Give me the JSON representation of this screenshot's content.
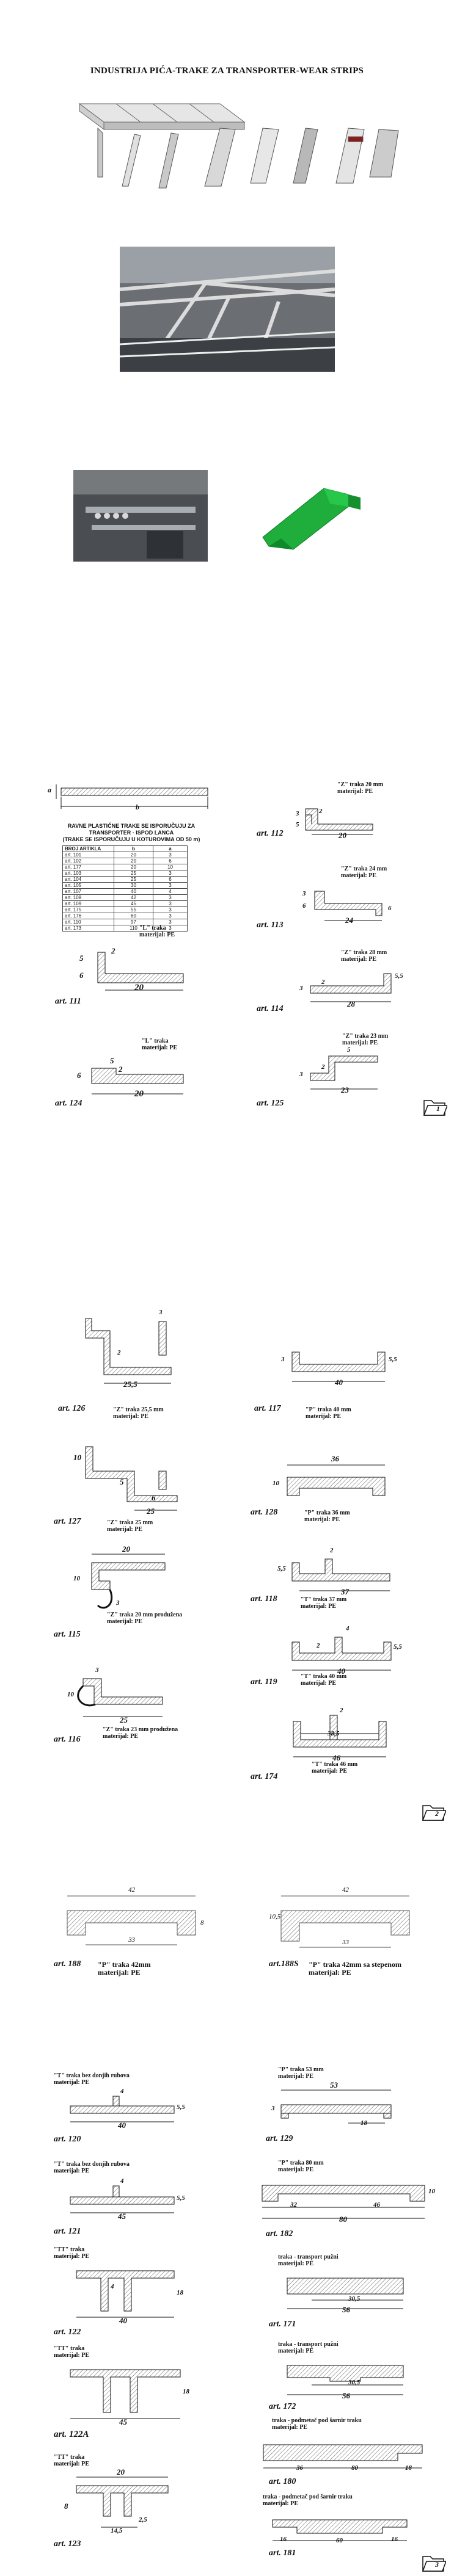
{
  "header": {
    "title": "INDUSTRIJA PIĆA-TRAKE ZA TRANSPORTER-WEAR STRIPS"
  },
  "colors": {
    "hatch": "#333333",
    "accent_green": "#1fae3c",
    "photo_dark": "#4a4e52"
  },
  "flat_strips": {
    "heading_lines": [
      "RAVNE PLASTIČNE TRAKE SE ISPORUČUJU ZA",
      "TRANSPORTER - ISPOD LANCA",
      "(TRAKE SE ISPORUČUJU U KOTUROVIMA OD 50 m)"
    ],
    "columns": [
      "BROJ ARTIKLA",
      "b",
      "a"
    ],
    "rows": [
      [
        "art. 101",
        "20",
        "3"
      ],
      [
        "art. 102",
        "20",
        "6"
      ],
      [
        "art. 177",
        "20",
        "10"
      ],
      [
        "art. 103",
        "25",
        "3"
      ],
      [
        "art. 104",
        "25",
        "6"
      ],
      [
        "art. 105",
        "30",
        "3"
      ],
      [
        "art. 107",
        "40",
        "4"
      ],
      [
        "art. 108",
        "42",
        "3"
      ],
      [
        "art. 109",
        "45",
        "3"
      ],
      [
        "art. 175",
        "55",
        "3"
      ],
      [
        "art. 176",
        "60",
        "3"
      ],
      [
        "art. 110",
        "97",
        "3"
      ],
      [
        "art. 173",
        "110",
        "3"
      ]
    ],
    "dim_a": "a",
    "dim_b": "b"
  },
  "page1": {
    "p112": {
      "caption": "\"Z\" traka 20 mm",
      "material": "materijal: PE",
      "art": "art. 112",
      "dims": [
        "3",
        "2",
        "5",
        "20"
      ]
    },
    "p113": {
      "caption": "\"Z\" traka 24 mm",
      "material": "materijal: PE",
      "art": "art. 113",
      "dims": [
        "3",
        "6",
        "24",
        "6"
      ]
    },
    "p111": {
      "caption": "\"L\" traka",
      "material": "materijal: PE",
      "art": "art. 111",
      "dims": [
        "2",
        "5",
        "6",
        "20"
      ]
    },
    "p114": {
      "caption": "\"Z\" traka 28 mm",
      "material": "materijal: PE",
      "art": "art. 114",
      "dims": [
        "2",
        "5,5",
        "3",
        "28"
      ]
    },
    "p124": {
      "caption": "\"L\" traka",
      "material": "materijal: PE",
      "art": "art. 124",
      "dims": [
        "5",
        "2",
        "6",
        "20"
      ]
    },
    "p125": {
      "caption": "\"Z\" traka 23 mm",
      "material": "materijal: PE",
      "art": "art. 125",
      "dims": [
        "5",
        "2",
        "3",
        "23"
      ]
    },
    "folder": "1"
  },
  "page2": {
    "p126": {
      "caption": "\"Z\" traka 25,5 mm",
      "material": "materijal: PE",
      "art": "art. 126",
      "dims": [
        "3",
        "2",
        "25,5"
      ]
    },
    "p117": {
      "caption": "\"P\" traka 40 mm",
      "material": "materijal: PE",
      "art": "art. 117",
      "dims": [
        "3",
        "5,5",
        "40"
      ]
    },
    "p127": {
      "caption": "\"Z\" traka 25 mm",
      "material": "materijal: PE",
      "art": "art. 127",
      "dims": [
        "10",
        "5",
        "6",
        "25"
      ]
    },
    "p128": {
      "caption": "\"P\" traka 36 mm",
      "material": "materijal: PE",
      "art": "art. 128",
      "dims": [
        "36",
        "10"
      ]
    },
    "p118": {
      "caption": "\"T\" traka 37 mm",
      "material": "materijal: PE",
      "art": "art. 118",
      "dims": [
        "2",
        "5,5",
        "37"
      ]
    },
    "p115": {
      "caption": "\"Z\" traka 20 mm produžena",
      "material": "materijal: PE",
      "art": "art. 115",
      "dims": [
        "20",
        "10",
        "3"
      ]
    },
    "p119": {
      "caption": "\"T\" traka 40 mm",
      "material": "materijal: PE",
      "art": "art. 119",
      "dims": [
        "4",
        "2",
        "5,5",
        "40"
      ]
    },
    "p116": {
      "caption": "\"Z\" traka 23 mm produžena",
      "material": "materijal: PE",
      "art": "art. 116",
      "dims": [
        "3",
        "10",
        "25"
      ]
    },
    "p174": {
      "caption": "\"T\" traka 46 mm",
      "material": "materijal: PE",
      "art": "art. 174",
      "dims": [
        "2",
        "38,5",
        "46"
      ]
    },
    "folder": "2"
  },
  "page3_top": {
    "p188": {
      "caption": "\"P\" traka 42mm",
      "material": "materijal: PE",
      "art": "art. 188",
      "dims": [
        "42",
        "33",
        "8"
      ]
    },
    "p188s": {
      "caption": "\"P\" traka 42mm  sa stepenom",
      "material": "materijal: PE",
      "art": "art.188S",
      "dims": [
        "42",
        "33",
        "10,5"
      ]
    }
  },
  "page3": {
    "p120": {
      "caption": "\"T\" traka bez donjih rubova",
      "material": "materijal: PE",
      "art": "art. 120",
      "dims": [
        "4",
        "5,5",
        "40"
      ]
    },
    "p129": {
      "caption": "\"P\" traka 53 mm",
      "material": "materijal: PE",
      "art": "art. 129",
      "dims": [
        "53",
        "18",
        "3"
      ]
    },
    "p121": {
      "caption": "\"T\" traka bez donjih rubova",
      "material": "materijal: PE",
      "art": "art. 121",
      "dims": [
        "4",
        "5,5",
        "45"
      ]
    },
    "p182": {
      "caption": "\"P\" traka 80 mm",
      "material": "materijal: PE",
      "art": "art. 182",
      "dims": [
        "32",
        "46",
        "80",
        "10"
      ]
    },
    "p122": {
      "caption": "\"TT\" traka",
      "material": "materijal: PE",
      "art": "art. 122",
      "dims": [
        "4",
        "18",
        "40"
      ]
    },
    "p171": {
      "caption": "traka - transport pužni",
      "material": "materijal: PE",
      "art": "art. 171",
      "dims": [
        "30,5",
        "56"
      ]
    },
    "p172": {
      "caption": "traka - transport pužni",
      "material": "materijal: PE",
      "art": "art. 172",
      "dims": [
        "30,5",
        "56"
      ]
    },
    "p122a": {
      "caption": "\"TT\" traka",
      "material": "materijal: PE",
      "art": "art. 122A",
      "dims": [
        "18",
        "45"
      ]
    },
    "p180": {
      "caption": "traka - podmetač pod šarnir traku",
      "material": "materijal: PE",
      "art": "art. 180",
      "dims": [
        "36",
        "80",
        "18"
      ]
    },
    "p123": {
      "caption": "\"TT\" traka",
      "material": "materijal: PE",
      "art": "art. 123",
      "dims": [
        "20",
        "8",
        "2,5",
        "14,5"
      ]
    },
    "p181": {
      "caption": "traka - podmetač pod šarnir traku",
      "material": "materijal: PE",
      "art": "art. 181",
      "dims": [
        "16",
        "60",
        "16"
      ]
    },
    "folder": "3"
  }
}
